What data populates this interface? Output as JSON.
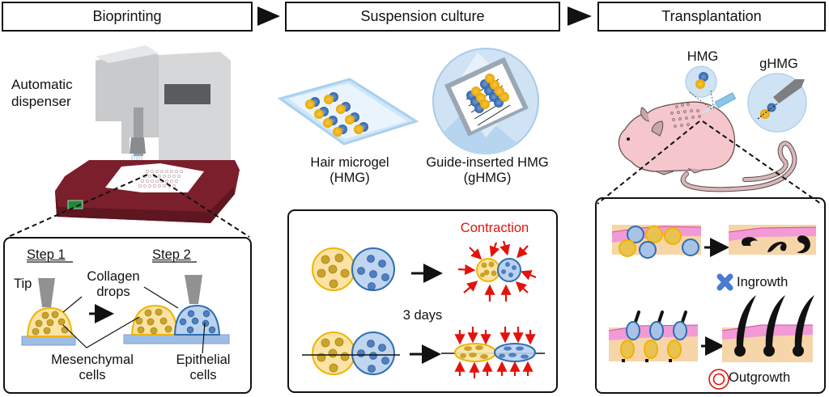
{
  "stages": [
    {
      "label": "Bioprinting"
    },
    {
      "label": "Suspension culture"
    },
    {
      "label": "Transplantation"
    }
  ],
  "bioprinting": {
    "device_label_line1": "Automatic",
    "device_label_line2": "dispenser",
    "inset": {
      "step1": "Step 1",
      "step2": "Step 2",
      "tip": "Tip",
      "collagen_line1": "Collagen",
      "collagen_line2": "drops",
      "mesenchymal_line1": "Mesenchymal",
      "mesenchymal_line2": "cells",
      "epithelial_line1": "Epithelial",
      "epithelial_line2": "cells"
    }
  },
  "suspension": {
    "hmg_line1": "Hair microgel",
    "hmg_line2": "(HMG)",
    "ghmg_line1": "Guide-inserted HMG",
    "ghmg_line2": "(gHMG)",
    "inset": {
      "contraction": "Contraction",
      "duration": "3 days"
    }
  },
  "transplantation": {
    "hmg_label": "HMG",
    "ghmg_label": "gHMG",
    "inset": {
      "ingrowth": "Ingrowth",
      "outgrowth": "Outgrowth"
    }
  },
  "colors": {
    "mesenchymal_fill": "#fbe3a4",
    "mesenchymal_stroke": "#f0b400",
    "mesenchymal_cell": "#c9a32a",
    "epithelial_fill": "#b9d2ee",
    "epithelial_stroke": "#2e6db3",
    "epithelial_cell": "#4f7fc0",
    "dispenser_base": "#7a1f2b",
    "dispenser_body": "#d9dadb",
    "contraction_red": "#e3120b",
    "skin_epidermis": "#f29ad6",
    "skin_dermis": "#f6d5a8",
    "mouse_pink": "#f5c6cc",
    "ingrowth_mark": "#4a7bd0",
    "outgrowth_mark": "#e3120b"
  }
}
